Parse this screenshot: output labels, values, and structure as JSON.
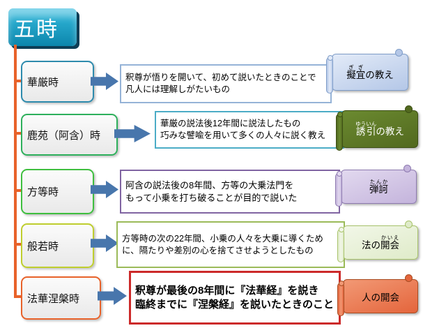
{
  "title": {
    "label": "五時",
    "style": "--t1:#35BCDE;--t2:#0C86AC;--edge:#0D3E56"
  },
  "connector": {
    "style": "--cc:#E8622A",
    "color": "#E8622A"
  },
  "arrow_color": "#4876AC",
  "rows": [
    {
      "label": "華厳時",
      "description": "釈尊が悟りを開いて、初めて説いたときのことで\n凡人には理解しがたいもの",
      "banner": {
        "prefix": "",
        "ruby_base": "擬宜",
        "ruby_text": "ぎぎ",
        "suffix": "の教え"
      },
      "label_style": "--lb:#2E8BAD",
      "desc_style": "--db:#95B3D7",
      "banner_style": "--b1:#E3EBF8;--b2:#B4C7E7;--bd:#7F9DC8;--bt:#000000"
    },
    {
      "label": "鹿苑（阿含）時",
      "description": "華厳の説法後12年間に説法したもの\n巧みな譬喩を用いて多くの人々に説く教え",
      "banner": {
        "prefix": "",
        "ruby_base": "誘引",
        "ruby_text": "ゆういん",
        "suffix": "の教え"
      },
      "label_style": "--lb:#2EB05C",
      "desc_style": "--db:#4BACC6",
      "banner_style": "--b1:#6B8A30;--b2:#52691F;--bd:#3C4F14;--bt:#FFFFFF"
    },
    {
      "label": "方等時",
      "description": "阿含の説法後の8年間、方等の大乗法門を\nもって小乗を打ち破ることが目的で説いた",
      "banner": {
        "prefix": "",
        "ruby_base": "弾訶",
        "ruby_text": "たんか",
        "suffix": ""
      },
      "label_style": "--lb:#3FBF3F",
      "desc_style": "--db:#8064A2",
      "banner_style": "--b1:#E2D9EF;--b2:#C4B4DC;--bd:#8E7BB0;--bt:#000000"
    },
    {
      "label": "般若時",
      "description": "方等時の次の22年間、小乗の人々を大乗に導くため\nに、隔たりや差別の心を捨てさせようとしたもの",
      "banner": {
        "prefix": "法の",
        "ruby_base": "開会",
        "ruby_text": "かいえ",
        "suffix": ""
      },
      "label_style": "--lb:#BFCE2E",
      "desc_style": "--db:#9BBB59",
      "banner_style": "--b1:#F2F7E8;--b2:#DFEBC9;--bd:#A8C36B;--bt:#000000"
    },
    {
      "label": "法華涅槃時",
      "description": "釈尊が最後の8年間に『法華経』を説き\n臨終までに『涅槃経』を説いたときのこと",
      "banner": {
        "prefix": "人の開会",
        "ruby_base": "",
        "ruby_text": "",
        "suffix": ""
      },
      "label_style": "--lb:#E8622A",
      "desc_style": "--db:#CC2A2A",
      "banner_style": "--b1:#F29975;--b2:#E4653C;--bd:#A84C22;--bt:#000000"
    }
  ]
}
